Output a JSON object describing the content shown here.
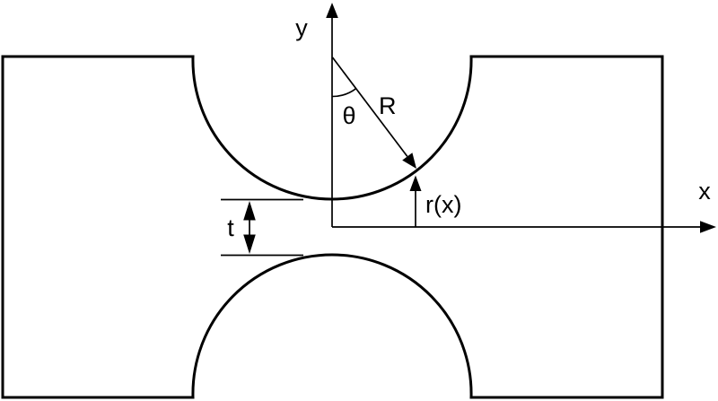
{
  "figure": {
    "type": "technical-diagram",
    "description": "Flat specimen with symmetric semicircular edge notches, notch radius R, angle theta from y-axis, notch profile r(x), minimum ligament thickness t",
    "colors": {
      "line": "#000000",
      "background": "#ffffff"
    },
    "labels": {
      "y_axis": "y",
      "x_axis": "x",
      "theta": "θ",
      "radius": "R",
      "notch_profile": "r(x)",
      "thickness": "t"
    }
  }
}
